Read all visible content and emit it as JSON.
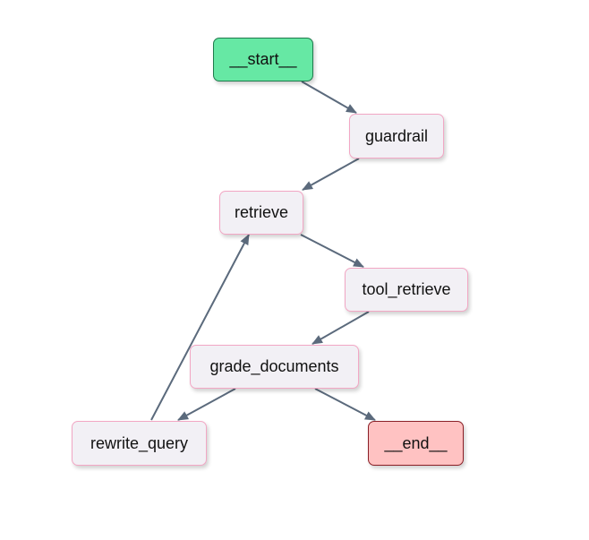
{
  "graph": {
    "nodes": [
      {
        "id": "start",
        "label": "__start__",
        "kind": "start"
      },
      {
        "id": "guardrail",
        "label": "guardrail",
        "kind": "normal"
      },
      {
        "id": "retrieve",
        "label": "retrieve",
        "kind": "normal"
      },
      {
        "id": "tool_retrieve",
        "label": "tool_retrieve",
        "kind": "normal"
      },
      {
        "id": "grade_documents",
        "label": "grade_documents",
        "kind": "normal"
      },
      {
        "id": "rewrite_query",
        "label": "rewrite_query",
        "kind": "normal"
      },
      {
        "id": "end",
        "label": "__end__",
        "kind": "end"
      }
    ],
    "edges": [
      {
        "from": "start",
        "to": "guardrail"
      },
      {
        "from": "guardrail",
        "to": "retrieve"
      },
      {
        "from": "retrieve",
        "to": "tool_retrieve"
      },
      {
        "from": "tool_retrieve",
        "to": "grade_documents"
      },
      {
        "from": "grade_documents",
        "to": "rewrite_query"
      },
      {
        "from": "grade_documents",
        "to": "end"
      },
      {
        "from": "rewrite_query",
        "to": "retrieve"
      }
    ],
    "colors": {
      "start_fill": "#66e8a4",
      "start_border": "#1f7a4c",
      "end_fill": "#ffc2c2",
      "end_border": "#8a1f26",
      "node_fill": "#f2f0f5",
      "node_border": "#f2a7c4",
      "edge": "#5b6a7c"
    }
  }
}
